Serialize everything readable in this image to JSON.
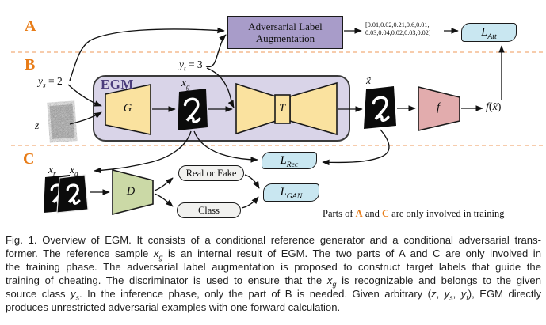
{
  "colors": {
    "section_label": "#E87C17",
    "dashed_line": "#F2AE7B",
    "purple_box": "#A89CC9",
    "egm_container": "#D9D4E8",
    "egm_title_text": "#4B3D7C",
    "yellow_block": "#FAE29F",
    "pink_block": "#E2ACAD",
    "green_block": "#CBD9A6",
    "loss_box": "#C9E7F1",
    "stadium": "#F1F1EF",
    "arrow": "#111111"
  },
  "diagram": {
    "section_labels": {
      "a": "A",
      "b": "B",
      "c": "C"
    },
    "ala_box": {
      "line1": "Adversarial Label",
      "line2": "Augmentation"
    },
    "aug_vector": {
      "line1": "[0.01,0.02,0.21,0.6,0.01,",
      "line2": "0.03,0.04,0.02,0.03,0.02]"
    },
    "egm_title": "EGM",
    "digit": "2",
    "blocks": {
      "g": [
        {
          "t": "G",
          "i": 1
        }
      ],
      "t": [
        {
          "t": "T",
          "i": 1
        }
      ],
      "d": [
        {
          "t": "D",
          "i": 1
        }
      ],
      "f": [
        {
          "t": "f",
          "i": 1
        }
      ]
    },
    "losses": {
      "att": [
        {
          "t": "L",
          "i": 1
        },
        {
          "t": "Att",
          "i": 1,
          "sub": 1
        }
      ],
      "rec": [
        {
          "t": "L",
          "i": 1
        },
        {
          "t": "Rec",
          "i": 1,
          "sub": 1
        }
      ],
      "gan": [
        {
          "t": "L",
          "i": 1
        },
        {
          "t": "GAN",
          "i": 1,
          "sub": 1
        }
      ]
    },
    "io_labels": {
      "ys": [
        {
          "t": "y",
          "i": 1
        },
        {
          "t": "s",
          "i": 1,
          "sub": 1
        },
        {
          "t": " = 2"
        }
      ],
      "yt": [
        {
          "t": "y",
          "i": 1
        },
        {
          "t": "t",
          "i": 1,
          "sub": 1
        },
        {
          "t": " = 3"
        }
      ],
      "z": [
        {
          "t": "z",
          "i": 1
        }
      ],
      "xg": [
        {
          "t": "x",
          "i": 1
        },
        {
          "t": "g",
          "i": 1,
          "sub": 1
        }
      ],
      "xr": [
        {
          "t": "x",
          "i": 1
        },
        {
          "t": "r",
          "i": 1,
          "sub": 1
        }
      ],
      "xg_c": [
        {
          "t": "x",
          "i": 1
        },
        {
          "t": "g",
          "i": 1,
          "sub": 1
        }
      ],
      "xtilde": [
        {
          "t": "x̃",
          "i": 1
        }
      ],
      "fx": [
        {
          "t": "f",
          "i": 1
        },
        {
          "t": "("
        },
        {
          "t": "x̃",
          "i": 1
        },
        {
          "t": ")"
        }
      ]
    },
    "heads": {
      "real_or_fake": "Real or Fake",
      "class": "Class"
    },
    "training_note": [
      {
        "t": "Parts of "
      },
      {
        "t": "A",
        "b": 1,
        "col": "#E87C17"
      },
      {
        "t": " and "
      },
      {
        "t": "C",
        "b": 1,
        "col": "#E87C17"
      },
      {
        "t": " are only involved in training"
      }
    ]
  },
  "caption": {
    "lines": [
      [
        {
          "t": "Fig. 1.  Overview of EGM. It consists of a conditional reference generator and a conditional adversarial trans-"
        }
      ],
      [
        {
          "t": "former. The reference sample "
        },
        {
          "t": "x",
          "i": 1
        },
        {
          "t": "g",
          "i": 1,
          "sub": 1
        },
        {
          "t": " is an internal result of EGM. The two parts of A and C are only involved in"
        }
      ],
      [
        {
          "t": "the training phase. The adversarial label augmentation is proposed to construct target labels that guide the"
        }
      ],
      [
        {
          "t": "training of cheating. The discriminator is used to ensure that the "
        },
        {
          "t": "x",
          "i": 1
        },
        {
          "t": "g",
          "i": 1,
          "sub": 1
        },
        {
          "t": " is recognizable and belongs to the given"
        }
      ],
      [
        {
          "t": "source class "
        },
        {
          "t": "y",
          "i": 1
        },
        {
          "t": "s",
          "i": 1,
          "sub": 1
        },
        {
          "t": ". In the inference phase, only the part of B is needed. Given arbitrary ("
        },
        {
          "t": "z",
          "i": 1
        },
        {
          "t": ", "
        },
        {
          "t": "y",
          "i": 1
        },
        {
          "t": "s",
          "i": 1,
          "sub": 1
        },
        {
          "t": ", "
        },
        {
          "t": "y",
          "i": 1
        },
        {
          "t": "t",
          "i": 1,
          "sub": 1
        },
        {
          "t": "), EGM directly"
        }
      ],
      [
        {
          "t": "produces unrestricted adversarial examples with one forward calculation."
        }
      ]
    ]
  }
}
